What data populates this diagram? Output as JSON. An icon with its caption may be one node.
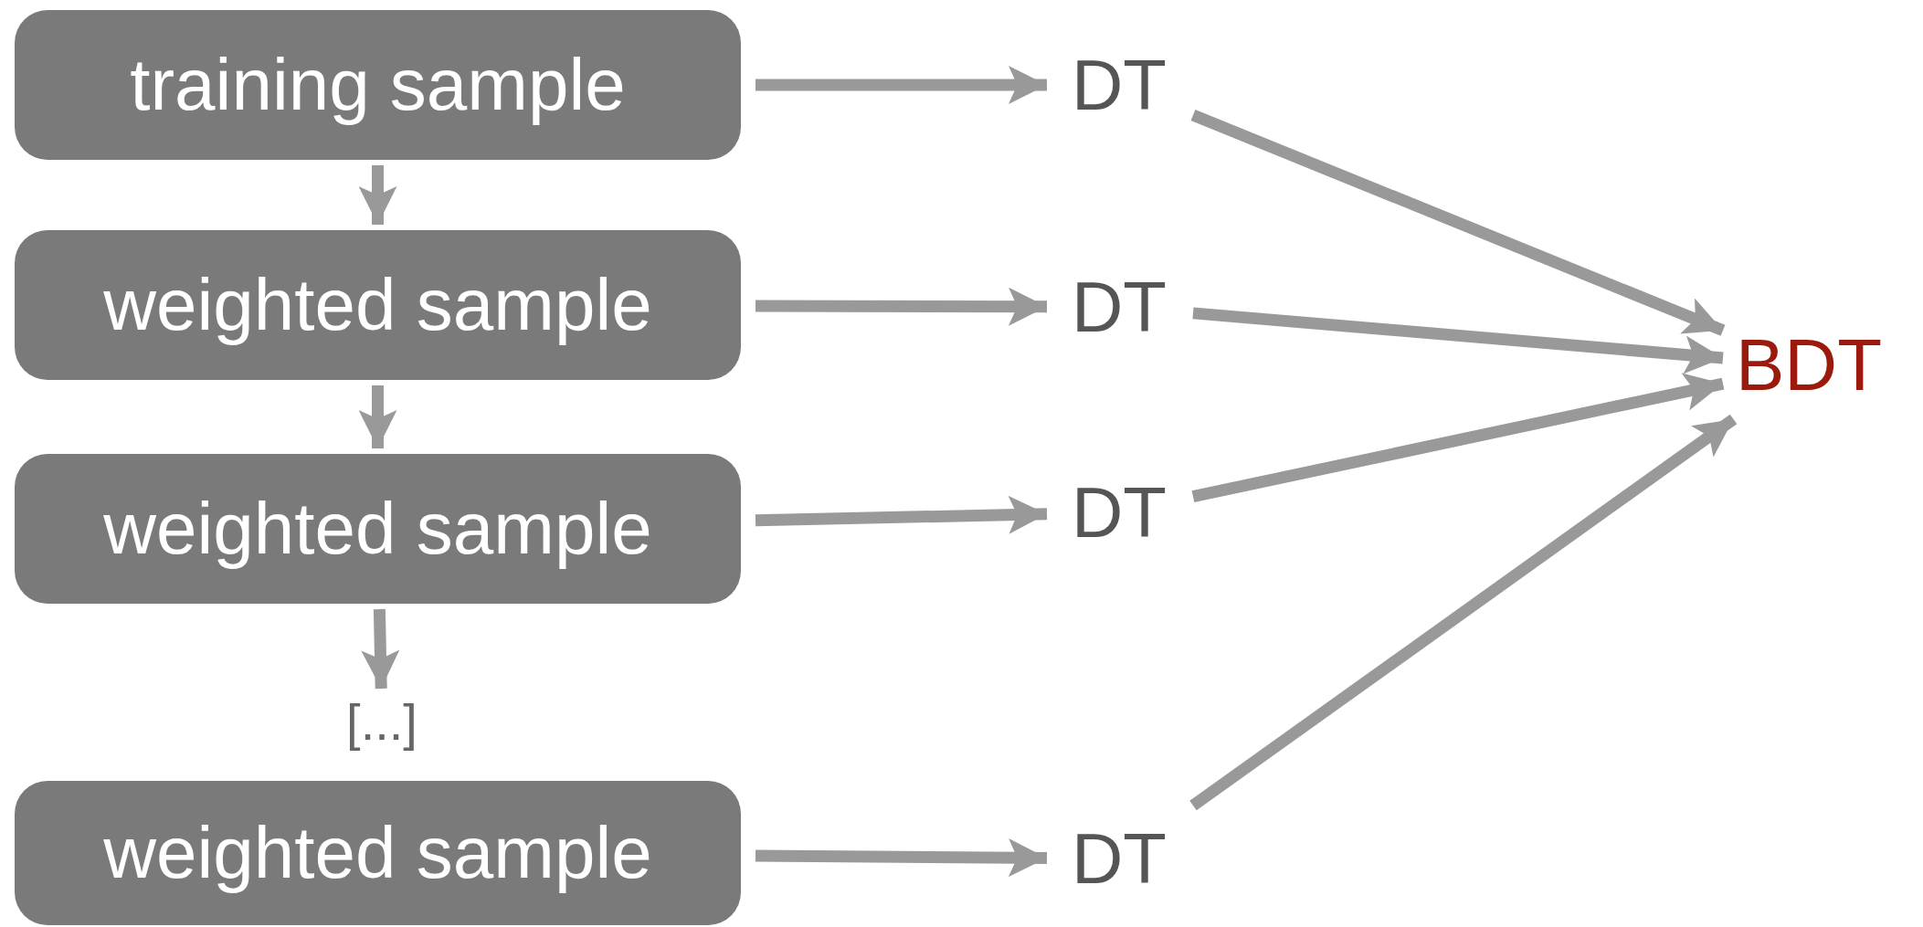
{
  "diagram": {
    "nodes": [
      {
        "text": [
          "training sample"
        ]
      },
      {
        "text": [
          "DT"
        ]
      },
      {
        "text": [
          "weighted sample"
        ]
      },
      {
        "text": [
          "DT"
        ]
      },
      {
        "text": [
          "weighted sample"
        ]
      },
      {
        "text": [
          "DT"
        ]
      },
      {
        "text": [
          "[...]"
        ]
      },
      {
        "text": [
          "weighted sample"
        ]
      },
      {
        "text": [
          "DT"
        ]
      },
      {
        "text": [
          "BDT"
        ]
      }
    ],
    "edges": [
      {
        "from": 0,
        "to": 1,
        "arrow": "to"
      },
      {
        "from": 0,
        "to": 2,
        "arrow": "to"
      },
      {
        "from": 2,
        "to": 3,
        "arrow": "to"
      },
      {
        "from": 2,
        "to": 4,
        "arrow": "to"
      },
      {
        "from": 4,
        "to": 5,
        "arrow": "to"
      },
      {
        "from": 4,
        "to": 6,
        "arrow": "to"
      },
      {
        "from": 7,
        "to": 8,
        "arrow": "to"
      },
      {
        "from": 1,
        "to": 9,
        "arrow": "to"
      },
      {
        "from": 3,
        "to": 9,
        "arrow": "to"
      },
      {
        "from": 5,
        "to": 9,
        "arrow": "to"
      },
      {
        "from": 8,
        "to": 9,
        "arrow": "to"
      }
    ]
  }
}
